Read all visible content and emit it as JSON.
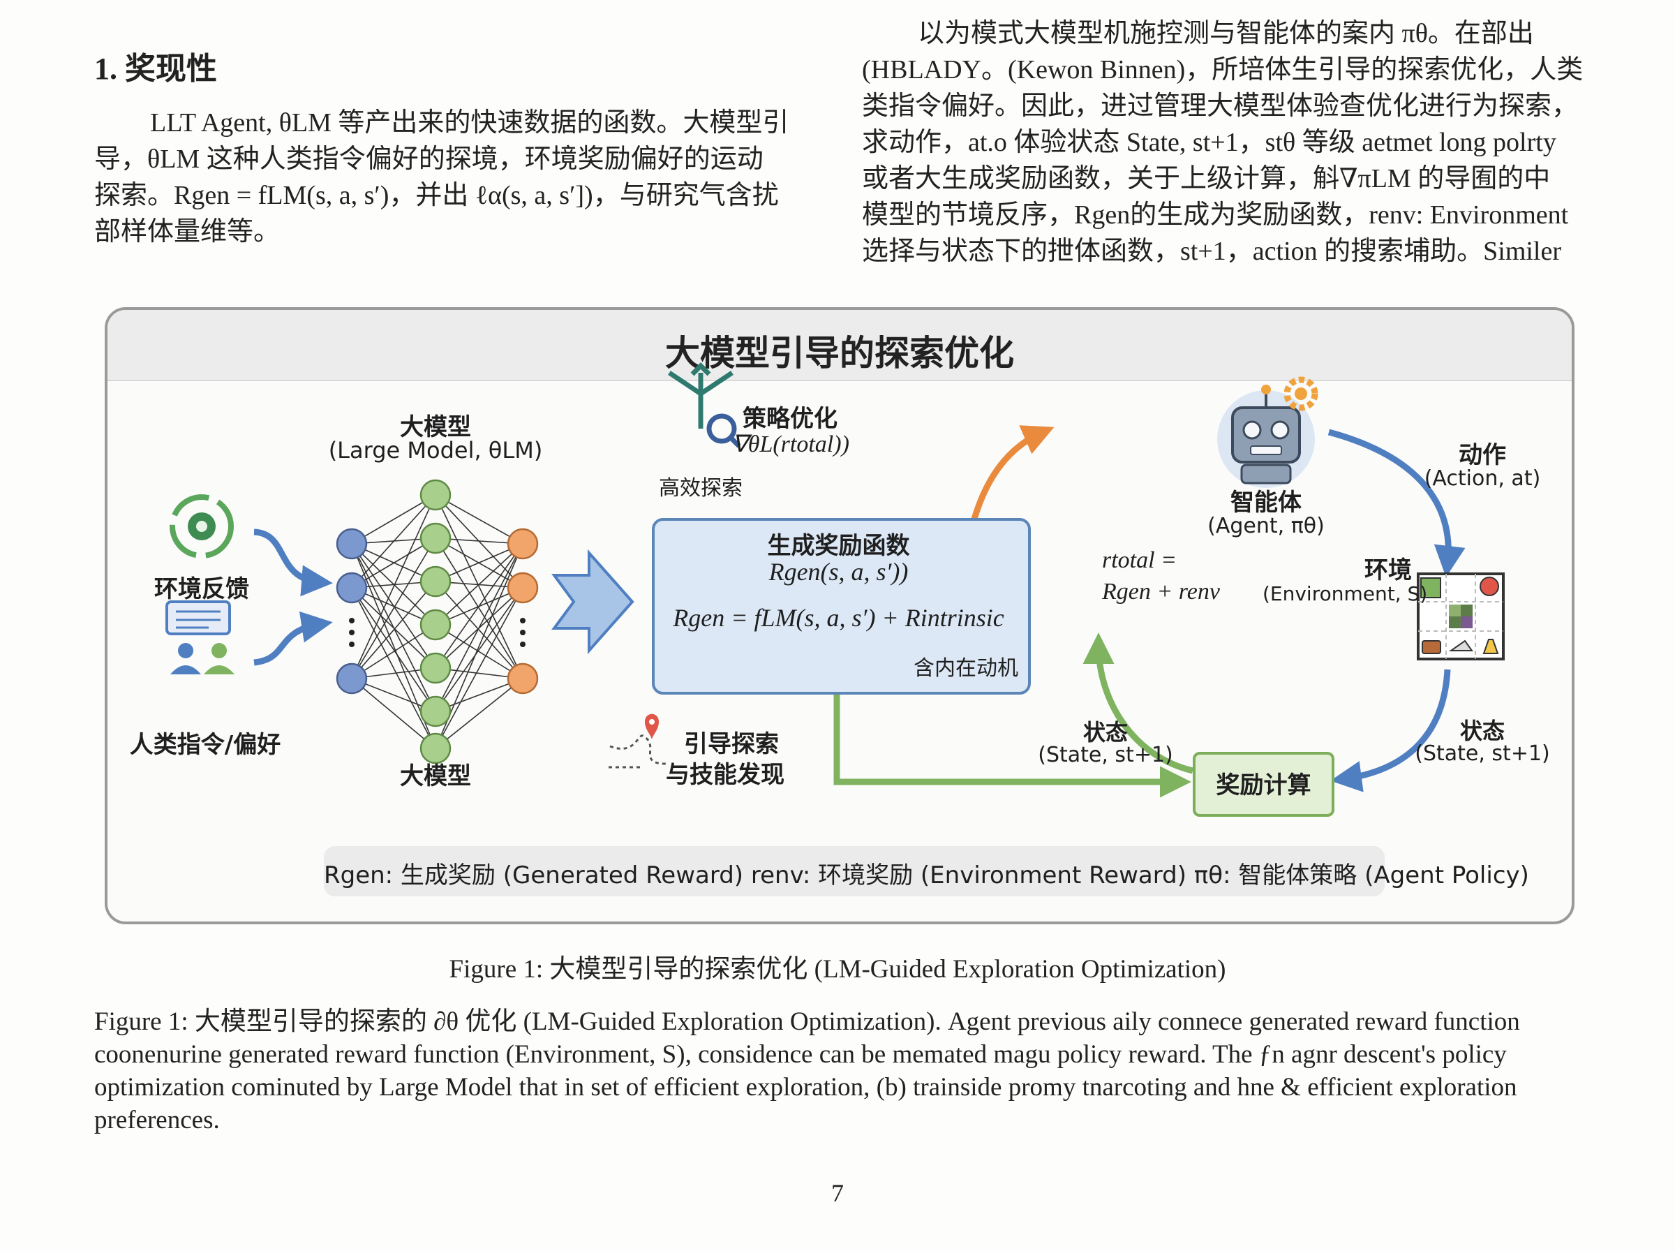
{
  "section_heading": "1. 奖现性",
  "left_paragraph": [
    "LLT Agent, θLM 等产出来的快速数据的函数。大模型引",
    "导，θLM 这种人类指令偏好的探境，环境奖励偏好的运动",
    "探索。Rgen = fLM(s, a, s′)，并出 ℓα(s, a, s′])，与研究气含扰",
    "部样体量维等。"
  ],
  "right_paragraph": [
    "以为模式大模型机施控测与智能体的案内 πθ。在部出",
    "(HBLADY。(Kewon Binnen)，所培体生引导的探索优化，人类",
    "类指令偏好。因此，进过管理大模型体验查优化进行为探索，",
    "求动作，at.o 体验状态 State, st+1，stθ 等级 aetmet long polrty",
    "或者大生成奖励函数，关于上级计算，斛∇πLM 的导囿的中",
    "模型的节境反序，Rgen的生成为奖励函数，renv: Environment",
    "选择与状态下的抴体函数，st+1，action 的搜索埔助。Similer"
  ],
  "figure": {
    "title": "大模型引导的探索优化",
    "env_feedback_label": "环境反馈",
    "human_pref_label": "人类指令/偏好",
    "large_model_title": "大模型",
    "large_model_subtitle": "(Large Model, θLM)",
    "large_model_bottom_label": "大模型",
    "reward_box_title": "生成奖励函数",
    "reward_box_sub": "Rgen(s, a, s′))",
    "reward_box_formula": "Rgen = fLM(s, a, s′) + Rintrinsic",
    "reward_box_note": "含内在动机",
    "policy_opt_title": "策略优化",
    "policy_opt_formula": "∇θL(rtotal))",
    "efficient_explore_label": "高效探索",
    "guided_explore_label_1": "引导探索",
    "guided_explore_label_2": "与技能发现",
    "agent_label": "智能体",
    "agent_sub": "(Agent, πθ)",
    "action_label": "动作",
    "action_sub": "(Action, at)",
    "env_label": "环境",
    "env_sub": "(Environment, S)",
    "total_reward_1": "rtotal =",
    "total_reward_2": "Rgen + renv",
    "state_left_label": "状态",
    "state_left_sub": "(State, st+1)",
    "state_right_label": "状态",
    "state_right_sub": "(State, st+1)",
    "reward_calc_label": "奖励计算",
    "legend": "Rgen: 生成奖励 (Generated Reward)    renv: 环境奖励 (Environment Reward)    πθ: 智能体策略 (Agent Policy)",
    "colors": {
      "blue_arrow": "#4f7fc1",
      "orange_arrow": "#ea8a3c",
      "green_arrow": "#7fb35f",
      "node_blue": "#7b98cf",
      "node_green": "#a9cf8c",
      "node_orange": "#f1a56a"
    }
  },
  "caption_short": "Figure 1: 大模型引导的探索优化 (LM-Guided Exploration Optimization)",
  "caption_long": [
    "Figure 1: 大模型引导的探索的 ∂θ 优化 (LM-Guided Exploration Optimization). Agent previous aily connece generated reward function",
    "coonenurine generated reward function (Environment, S), considence can be memated magu policy reward. The ƒn agnr descent's policy",
    "optimization cominuted by Large Model that in set of efficient exploration, (b) trainside promy tnarcoting and hne & efficient exploration",
    "preferences."
  ],
  "page_number": "7"
}
